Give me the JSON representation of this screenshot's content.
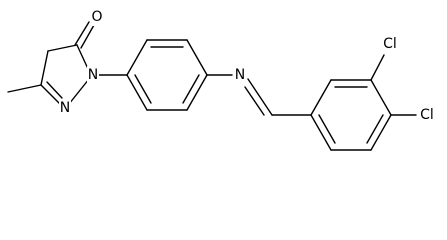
{
  "molecule": {
    "atoms": {
      "oxygen": "O",
      "ring_nitrogen_1": "N",
      "ring_nitrogen_2": "N",
      "imine_nitrogen": "N",
      "chlorine_1": "Cl",
      "chlorine_2": "Cl"
    }
  },
  "colors": {
    "bond": "#000000",
    "label": "#000000",
    "background": "#ffffff"
  }
}
